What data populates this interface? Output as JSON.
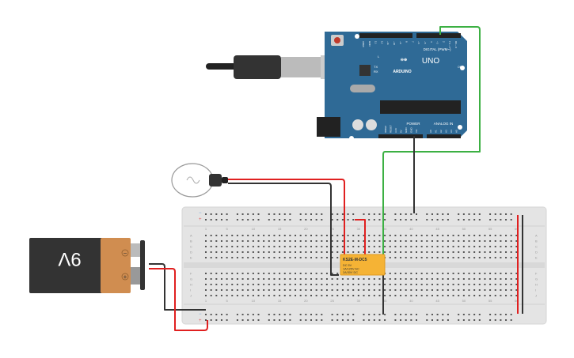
{
  "battery": {
    "label": "9V",
    "minus": "−",
    "plus": "+"
  },
  "arduino": {
    "brand": "ARDUINO",
    "model": "UNO",
    "digital_label": "DIGITAL (PWM~)",
    "power_label": "POWER",
    "analog_label": "ANALOG IN",
    "led_l": "L",
    "led_tx": "TX",
    "led_rx": "RX",
    "on_label": "ON",
    "digital_pins": [
      "AREF",
      "GND",
      "13",
      "12",
      "~11",
      "~10",
      "~9",
      "8",
      "7",
      "~6",
      "~5",
      "4",
      "~3",
      "2",
      "TX→1",
      "RX←0"
    ],
    "power_pins": [
      "IOREF",
      "RESET",
      "3.3V",
      "5V",
      "GND",
      "GND",
      "Vin"
    ],
    "analog_pins": [
      "A0",
      "A1",
      "A2",
      "A3",
      "A4",
      "A5"
    ]
  },
  "relay": {
    "model": "KS2E-M-DC5",
    "line1": "DC 5V",
    "line2": "1A/125V AC",
    "line3": "2A/30V DC"
  },
  "breadboard": {
    "col_labels": [
      "1",
      "5",
      "10",
      "15",
      "20",
      "25",
      "30",
      "35",
      "40",
      "45",
      "50",
      "55",
      "60"
    ],
    "row_labels_top": [
      "A",
      "B",
      "C",
      "D",
      "E"
    ],
    "row_labels_bottom": [
      "F",
      "G",
      "H",
      "I",
      "J"
    ],
    "rail_minus": "−",
    "rail_plus": "+"
  },
  "colors": {
    "board": "#2f6a96",
    "relay": "#f5b335",
    "battery_cap": "#d08d50",
    "wire_red": "#e02020",
    "wire_black": "#333333",
    "wire_green": "#3cb043"
  }
}
